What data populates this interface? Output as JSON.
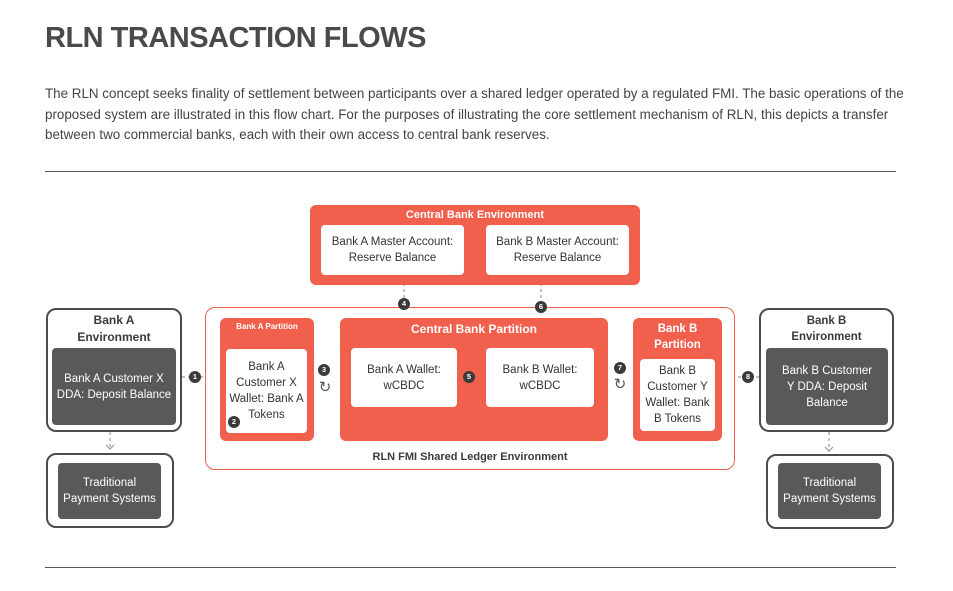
{
  "title": "RLN TRANSACTION FLOWS",
  "intro": "The RLN concept seeks finality of settlement between participants over a shared ledger operated by a regulated FMI. The basic operations of the proposed system are illustrated in this flow chart. For the purposes of illustrating the core settlement mechanism of RLN, this depicts a transfer between two commercial banks, each with their own access to central bank reserves.",
  "diagram": {
    "central_bank_env": {
      "label": "Central Bank Environment",
      "bank_a_master": "Bank A Master Account: Reserve Balance",
      "bank_b_master": "Bank B Master Account: Reserve Balance"
    },
    "bank_a_env": {
      "label": "Bank A Environment",
      "customer": "Bank A Customer X DDA: Deposit Balance",
      "payment_systems": "Traditional Payment Systems"
    },
    "bank_b_env": {
      "label": "Bank B Environment",
      "customer": "Bank B Customer Y DDA: Deposit Balance",
      "payment_systems": "Traditional Payment Systems"
    },
    "shared_ledger": {
      "label": "RLN FMI Shared Ledger Environment",
      "bank_a_partition": {
        "label": "Bank A Partition",
        "wallet": "Bank A Customer X Wallet: Bank A Tokens"
      },
      "central_bank_partition": {
        "label": "Central Bank Partition",
        "bank_a_wallet": "Bank A Wallet: wCBDC",
        "bank_b_wallet": "Bank B Wallet: wCBDC"
      },
      "bank_b_partition": {
        "label": "Bank B Partition",
        "wallet": "Bank B Customer Y Wallet: Bank B Tokens"
      }
    },
    "steps": [
      "1",
      "2",
      "3",
      "4",
      "5",
      "6",
      "7",
      "8"
    ],
    "icons": {
      "cycle": "cycle-icon",
      "arrow": "chevron-right-icon"
    },
    "colors": {
      "accent": "#f0604d",
      "dark": "#595959",
      "text": "#3a3a3a"
    }
  }
}
